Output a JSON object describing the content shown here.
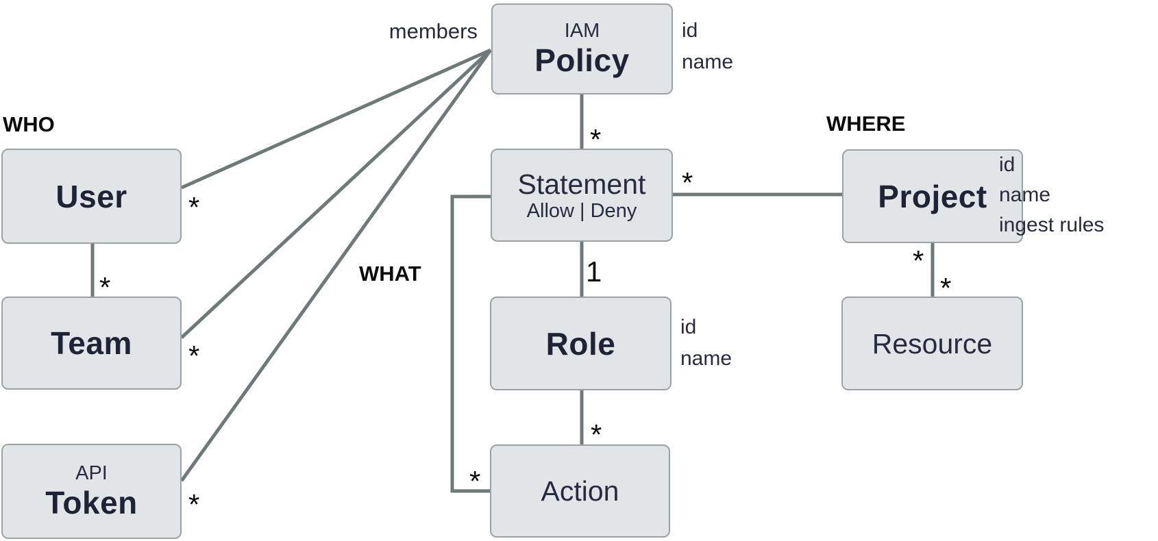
{
  "diagram": {
    "section_labels": {
      "who": "WHO",
      "what": "WHAT",
      "where": "WHERE"
    },
    "relationship_label": "members",
    "entities": {
      "policy": {
        "supertitle": "IAM",
        "name": "Policy",
        "attributes": [
          "id",
          "name"
        ]
      },
      "user": {
        "name": "User"
      },
      "team": {
        "name": "Team"
      },
      "token": {
        "supertitle": "API",
        "name": "Token"
      },
      "statement": {
        "name": "Statement",
        "subtitle": "Allow | Deny"
      },
      "role": {
        "name": "Role",
        "attributes": [
          "id",
          "name"
        ]
      },
      "action": {
        "name": "Action"
      },
      "project": {
        "name": "Project",
        "attributes": [
          "id",
          "name",
          "ingest rules"
        ]
      },
      "resource": {
        "name": "Resource"
      }
    },
    "cardinalities": {
      "policy_statement": "*",
      "statement_role": "1",
      "role_action": "*",
      "statement_action": "*",
      "statement_project": "*",
      "project_resource_parent": "*",
      "project_resource_child": "*",
      "user_policy": "*",
      "team_policy": "*",
      "token_policy": "*",
      "user_team": "*"
    },
    "colors": {
      "background": "#ffffff",
      "box_fill": "#e2e5e7",
      "box_border": "#99a3a5",
      "connector": "#6e7979",
      "entity_text": "#262b40",
      "section_text": "#0b0b0b"
    }
  }
}
